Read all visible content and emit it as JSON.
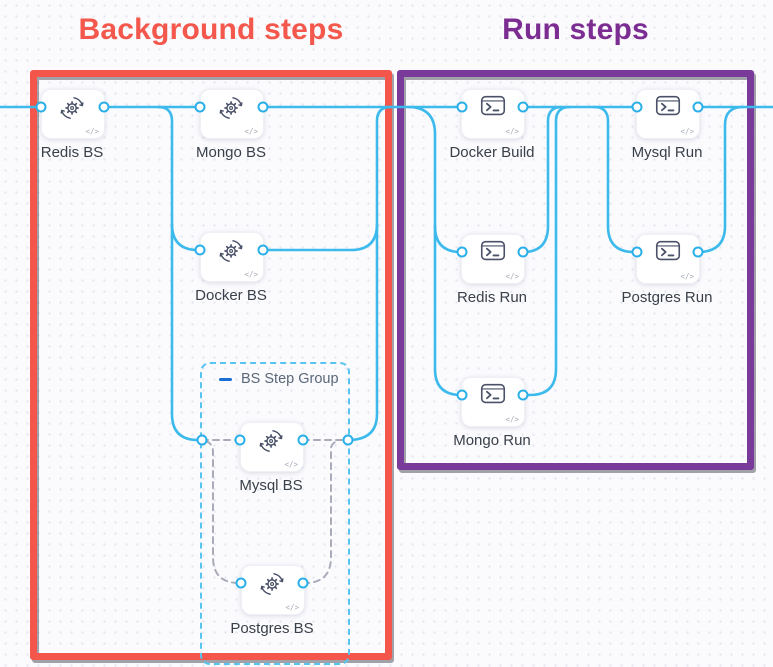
{
  "titles": {
    "background": "Background steps",
    "run": "Run steps"
  },
  "group": {
    "label": "BS Step Group"
  },
  "nodes": {
    "redis_bs": {
      "label": "Redis BS",
      "kind": "background-step"
    },
    "mongo_bs": {
      "label": "Mongo BS",
      "kind": "background-step"
    },
    "docker_bs": {
      "label": "Docker BS",
      "kind": "background-step"
    },
    "mysql_bs": {
      "label": "Mysql BS",
      "kind": "background-step"
    },
    "postgres_bs": {
      "label": "Postgres BS",
      "kind": "background-step"
    },
    "docker_build": {
      "label": "Docker Build",
      "kind": "run-step"
    },
    "mysql_run": {
      "label": "Mysql Run",
      "kind": "run-step"
    },
    "redis_run": {
      "label": "Redis Run",
      "kind": "run-step"
    },
    "postgres_run": {
      "label": "Postgres Run",
      "kind": "run-step"
    },
    "mongo_run": {
      "label": "Mongo Run",
      "kind": "run-step"
    }
  },
  "icons": {
    "code_badge": "</>",
    "background_step_icon": "gear-sync-icon",
    "run_step_icon": "terminal-icon",
    "group_collapse_icon": "minus-dash-icon"
  },
  "colors": {
    "background_box_border": "#f4564b",
    "background_title": "#f4574b",
    "run_box_border": "#7a3a9a",
    "run_title": "#7c2d92",
    "connector_line": "#3cbaec",
    "port_ring": "#2aafe8",
    "dashed_connector": "#a9abb9",
    "group_dashed_border": "#58c4f0",
    "group_dash_icon": "#1a6fd4",
    "node_label_text": "#3a4049",
    "icon_stroke": "#4a5168"
  }
}
